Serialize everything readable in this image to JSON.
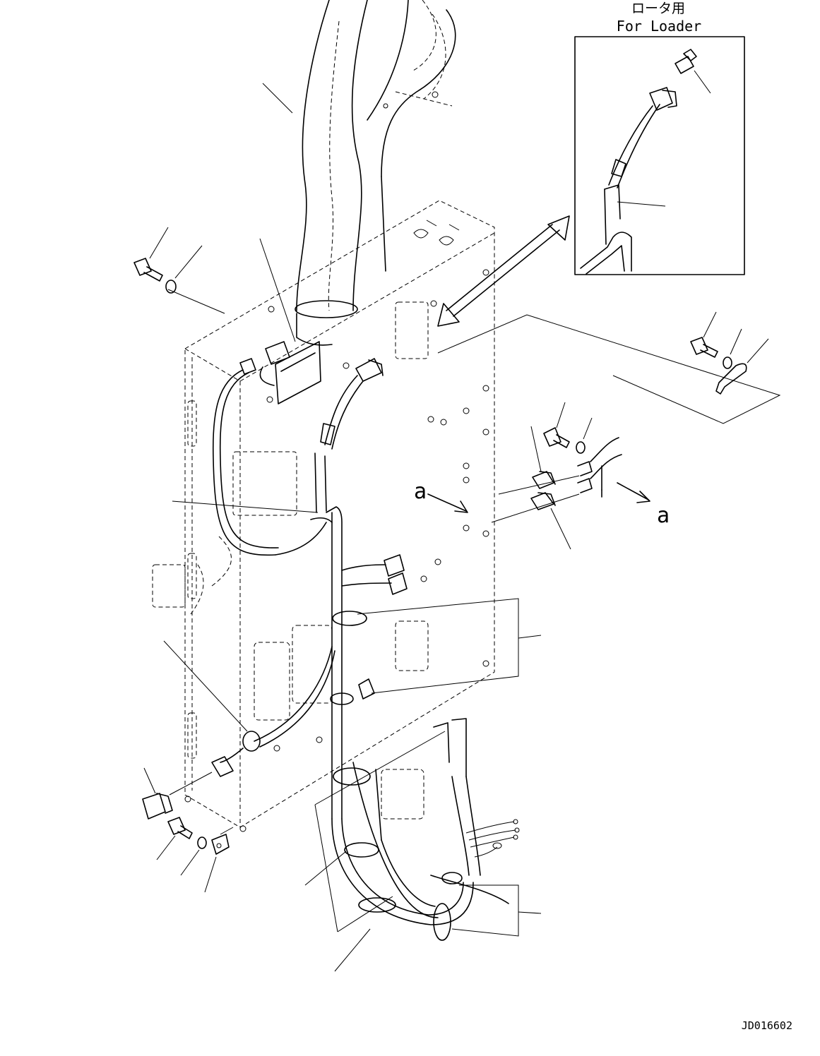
{
  "inset": {
    "caption_jp": "ロータ用",
    "caption_en": "For Loader"
  },
  "view_marks": {
    "view_a_1": "a",
    "view_a_2": "a"
  },
  "drawing_number": "JD016602"
}
